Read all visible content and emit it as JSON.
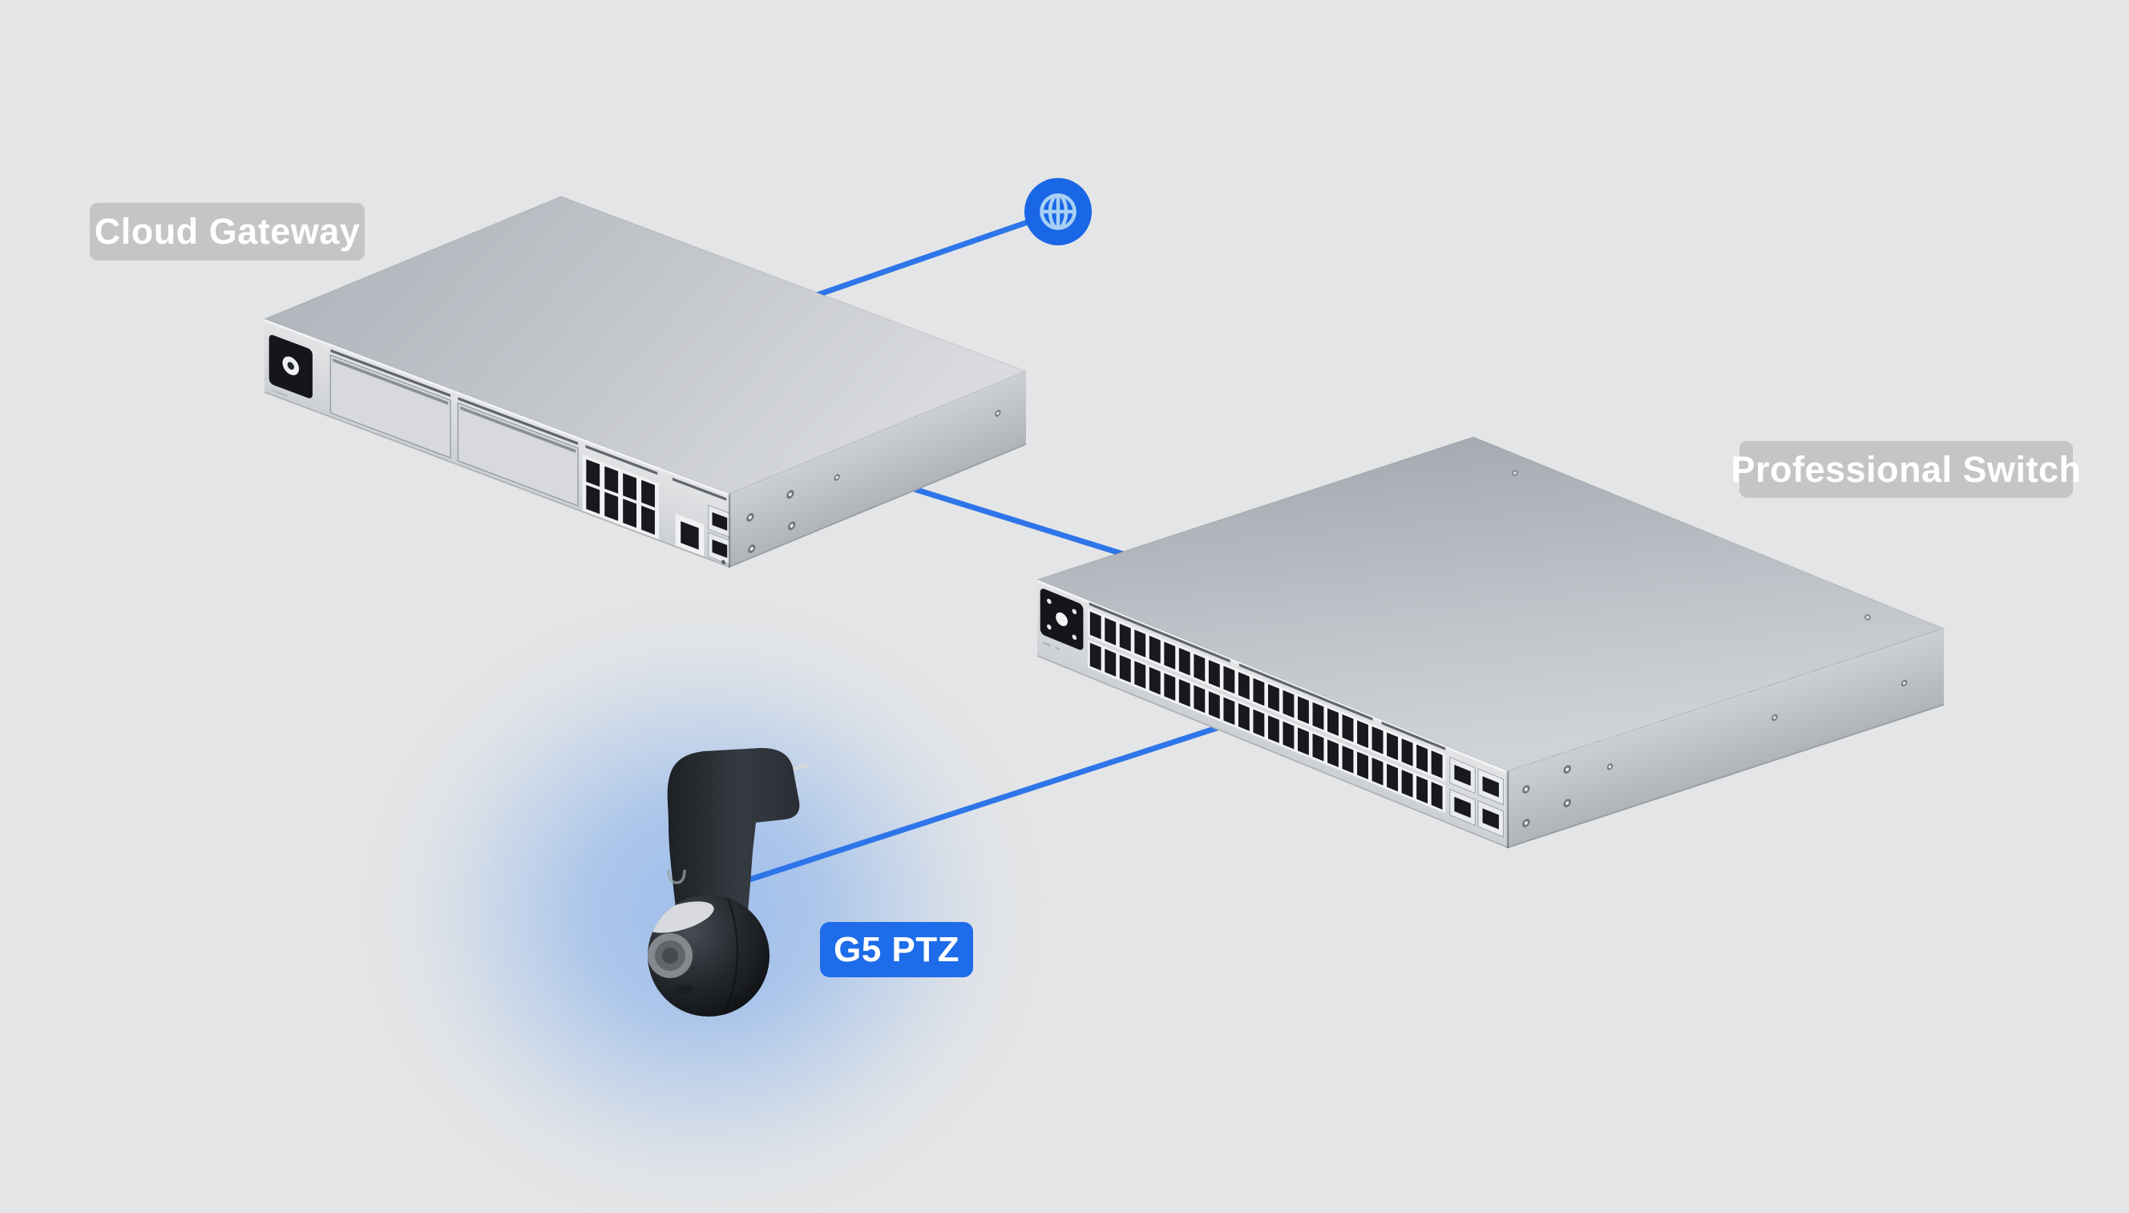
{
  "scene": {
    "description": "Network topology illustration: cloud gateway connected to the internet, a professional switch, and a G5 PTZ camera",
    "background_color": "#e4e5e6",
    "accent_blue": "#1e6ce9",
    "line_blue": "#2e75e9",
    "glow_color": "#9abcec",
    "label_gray": "#c1c2c4",
    "label_text_color": "#ffffff"
  },
  "labels": {
    "gateway": "Cloud Gateway",
    "switch": "Professional Switch",
    "camera": "G5 PTZ"
  },
  "icons": [
    {
      "name": "globe-icon",
      "meaning": "internet uplink",
      "fill": "#1966e6",
      "glyph_color": "#a8d0f4"
    }
  ],
  "devices": [
    {
      "id": "cloud-gateway",
      "label": "Cloud Gateway",
      "depicted_as": "rackmount gateway with status display, two drive trays, 8 LAN ports, WAN port and 2 SFP slots"
    },
    {
      "id": "professional-switch",
      "label": "Professional Switch",
      "depicted_as": "rackmount 48-port switch with status display and 4 SFP+ slots"
    },
    {
      "id": "g5-ptz",
      "label": "G5 PTZ",
      "depicted_as": "black PTZ camera with spherical lens head, highlighted with blue glow"
    }
  ],
  "connections": [
    {
      "from": "cloud-gateway",
      "to": "internet-globe"
    },
    {
      "from": "cloud-gateway",
      "to": "professional-switch"
    },
    {
      "from": "professional-switch",
      "to": "g5-ptz"
    }
  ]
}
